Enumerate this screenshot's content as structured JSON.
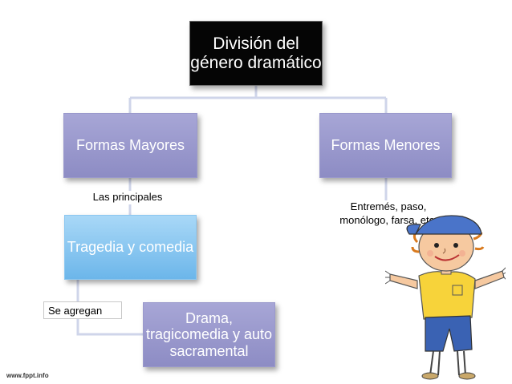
{
  "diagram": {
    "root_label": "División del género dramático",
    "mayores_label": "Formas Mayores",
    "menores_label": "Formas Menores",
    "tragedia_label": "Tragedia y comedia",
    "drama_label": "Drama, tragicomedia y auto sacramental",
    "note_principales": "Las principales",
    "note_agregan": "Se agregan",
    "note_menores": "Entremés, paso, monólogo, farsa, etc."
  },
  "footer": {
    "watermark": "www.fppt.info"
  },
  "colors": {
    "root": "#050505",
    "lavender": "#9b9ad0",
    "light_blue": "#7cc0ee",
    "connector": "#c9cfe6"
  },
  "illustration": {
    "name": "cartoon-boy-with-cap"
  }
}
